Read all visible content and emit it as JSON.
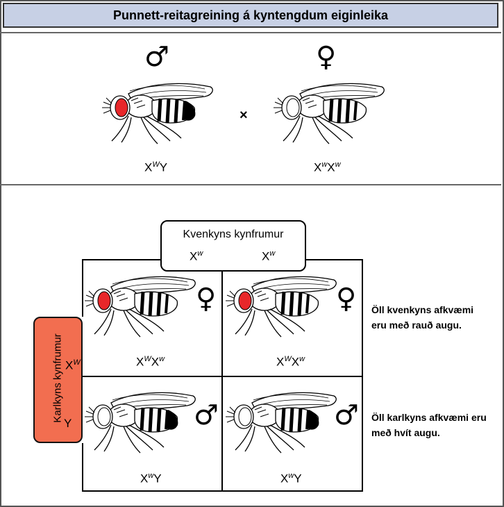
{
  "title": "Punnett-reitagreining á kyntengdum eiginleika",
  "colors": {
    "title_bg": "#c7d0e5",
    "red_eye": "#e8272a",
    "male_gamete_box": "#f26e50"
  },
  "parents": {
    "male": {
      "symbol": "♂",
      "genotype": {
        "x": "X",
        "x_allele": "W",
        "y": "Y"
      },
      "eye": "red"
    },
    "cross_symbol": "×",
    "female": {
      "symbol": "♀",
      "genotype": {
        "x1": "X",
        "a1": "w",
        "x2": "X",
        "a2": "w"
      },
      "eye": "white"
    }
  },
  "punnett": {
    "female_gametes": {
      "label": "Kvenkyns kynfrumur",
      "gamete1": {
        "x": "X",
        "allele": "w"
      },
      "gamete2": {
        "x": "X",
        "allele": "w"
      }
    },
    "male_gametes": {
      "label": "Karlkyns kynfrumur",
      "gamete1": {
        "x": "X",
        "allele": "W"
      },
      "gamete2": "Y"
    },
    "cells": [
      {
        "symbol": "♀",
        "g1": "X",
        "a1": "W",
        "g2": "X",
        "a2": "w",
        "eye": "red"
      },
      {
        "symbol": "♀",
        "g1": "X",
        "a1": "W",
        "g2": "X",
        "a2": "w",
        "eye": "red"
      },
      {
        "symbol": "♂",
        "g1": "X",
        "a1": "w",
        "g2": "Y",
        "eye": "white"
      },
      {
        "symbol": "♂",
        "g1": "X",
        "a1": "w",
        "g2": "Y",
        "eye": "white"
      }
    ]
  },
  "notes": {
    "female": "Öll kvenkyns afkvæmi eru með rauð augu.",
    "male": "Öll karlkyns afkvæmi eru með hvít augu."
  }
}
